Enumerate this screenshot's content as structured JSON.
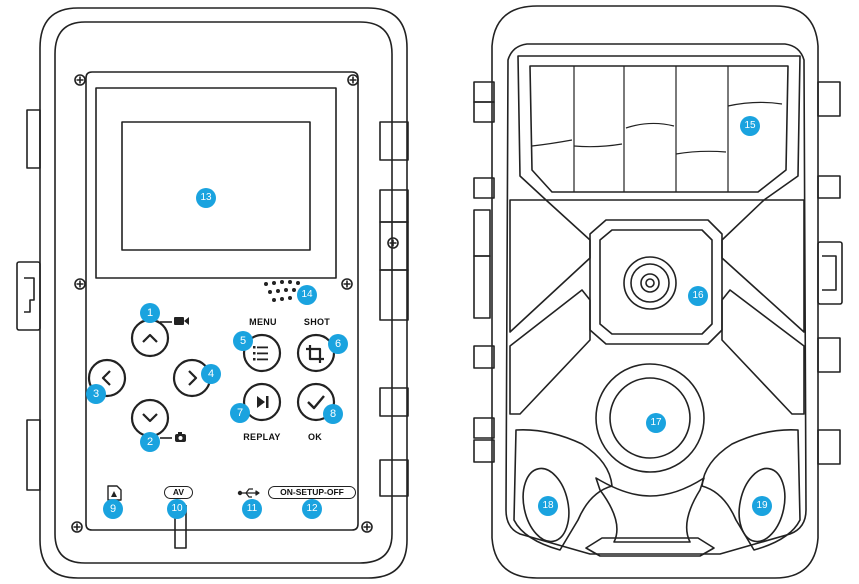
{
  "front": {
    "button_labels": {
      "menu": "MENU",
      "shot": "SHOT",
      "replay": "REPLAY",
      "ok": "OK"
    },
    "port_labels": {
      "av": "AV",
      "power": "ON-SETUP-OFF"
    }
  },
  "callouts": [
    "1",
    "2",
    "3",
    "4",
    "5",
    "6",
    "7",
    "8",
    "9",
    "10",
    "11",
    "12",
    "13",
    "14",
    "15",
    "16",
    "17",
    "18",
    "19"
  ],
  "colors": {
    "callout": "#1aa3df",
    "outline": "#222222"
  }
}
